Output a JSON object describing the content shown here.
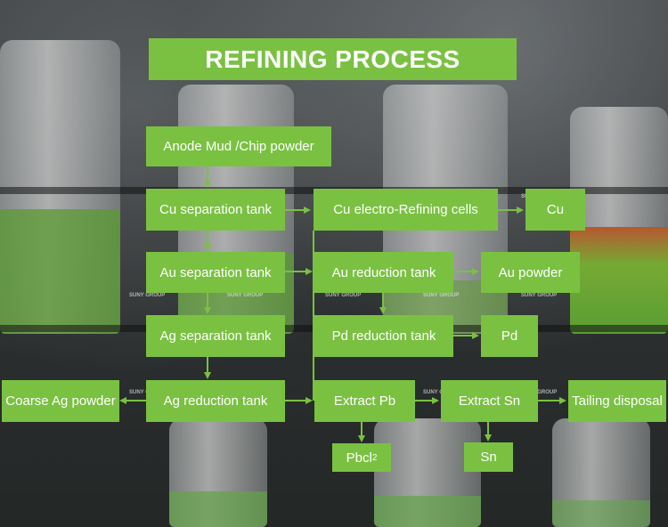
{
  "title": "REFINING PROCESS",
  "watermark": "SUNY GROUP",
  "nodes": {
    "anode_mud": "Anode Mud /Chip powder",
    "cu_sep": "Cu separation tank",
    "cu_cells": "Cu electro-Refining cells",
    "cu": "Cu",
    "au_sep": "Au separation tank",
    "au_red": "Au reduction tank",
    "au_powder": "Au powder",
    "ag_sep": "Ag separation tank",
    "pd_red": "Pd reduction tank",
    "pd": "Pd",
    "coarse_ag": "Coarse Ag powder",
    "ag_red": "Ag reduction tank",
    "extract_pb": "Extract Pb",
    "extract_sn": "Extract Sn",
    "tailing": "Tailing disposal",
    "pbcl2_base": "Pbcl",
    "pbcl2_sub": "2",
    "sn": "Sn"
  },
  "colors": {
    "node_fill": "#7ac142",
    "arrow": "#7ac142",
    "text": "#ffffff"
  }
}
